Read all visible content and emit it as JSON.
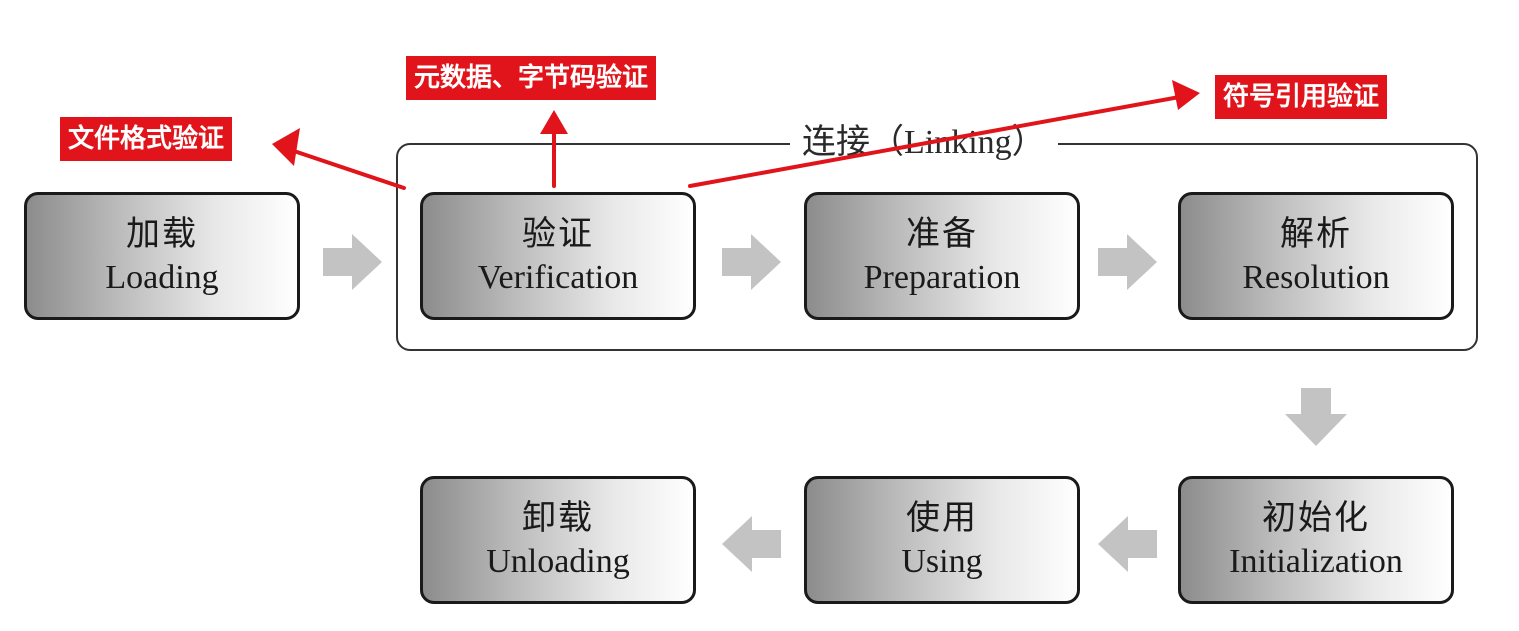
{
  "stages": {
    "loading": {
      "zh": "加载",
      "en": "Loading"
    },
    "verification": {
      "zh": "验证",
      "en": "Verification"
    },
    "preparation": {
      "zh": "准备",
      "en": "Preparation"
    },
    "resolution": {
      "zh": "解析",
      "en": "Resolution"
    },
    "initialization": {
      "zh": "初始化",
      "en": "Initialization"
    },
    "using": {
      "zh": "使用",
      "en": "Using"
    },
    "unloading": {
      "zh": "卸载",
      "en": "Unloading"
    }
  },
  "linking": {
    "zh": "连接（",
    "en": "Linking",
    "close": "）"
  },
  "annotations": {
    "file_format": "文件格式验证",
    "metadata_bytecode": "元数据、字节码验证",
    "symbol_reference": "符号引用验证"
  },
  "colors": {
    "annotation": "#e0141a",
    "flow_arrow": "#c3c3c3",
    "box_border": "#1a1a1a"
  }
}
